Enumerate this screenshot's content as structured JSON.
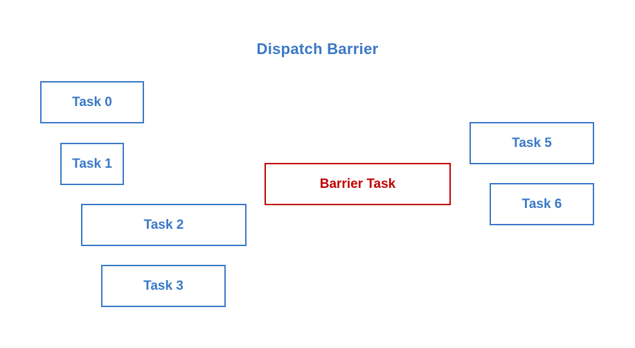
{
  "title": "Dispatch Barrier",
  "tasks": {
    "task0": "Task 0",
    "task1": "Task 1",
    "task2": "Task 2",
    "task3": "Task 3",
    "barrier": "Barrier Task",
    "task5": "Task 5",
    "task6": "Task 6"
  },
  "colors": {
    "task": "#3a78c7",
    "barrier": "#c00000",
    "background": "#ffffff"
  }
}
